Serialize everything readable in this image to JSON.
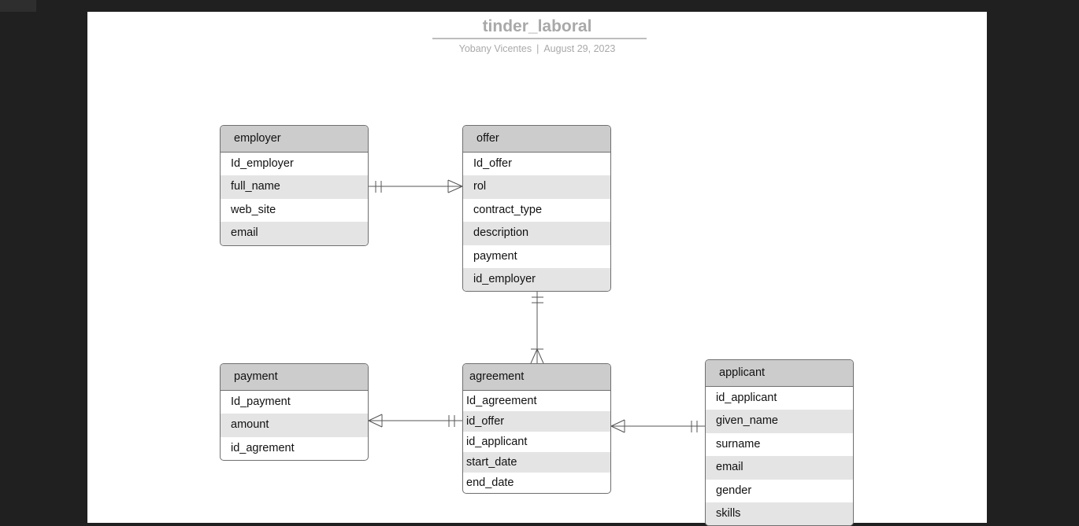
{
  "diagram": {
    "title": "tinder_laboral",
    "author": "Yobany Vicentes",
    "separator": "|",
    "date": "August 29, 2023"
  },
  "entities": [
    {
      "id": "employer",
      "name": "employer",
      "fields": [
        "Id_employer",
        "full_name",
        "web_site",
        "email"
      ]
    },
    {
      "id": "offer",
      "name": "offer",
      "fields": [
        "Id_offer",
        "rol",
        "contract_type",
        "description",
        "payment",
        "id_employer"
      ]
    },
    {
      "id": "payment",
      "name": "payment",
      "fields": [
        "Id_payment",
        "amount",
        "id_agrement"
      ]
    },
    {
      "id": "agreement",
      "name": "agreement",
      "fields": [
        "Id_agreement",
        "id_offer",
        "id_applicant",
        "start_date",
        "end_date"
      ]
    },
    {
      "id": "applicant",
      "name": "applicant",
      "fields": [
        "id_applicant",
        "given_name",
        "surname",
        "email",
        "gender",
        "skills"
      ]
    }
  ],
  "relationships": [
    {
      "from": "employer",
      "from_cardinality": "one-and-only-one",
      "to": "offer",
      "to_cardinality": "one-or-many"
    },
    {
      "from": "offer",
      "from_cardinality": "one-and-only-one",
      "to": "agreement",
      "to_cardinality": "one-or-many"
    },
    {
      "from": "agreement",
      "from_cardinality": "one-and-only-one",
      "to": "payment",
      "to_cardinality": "one-or-many"
    },
    {
      "from": "applicant",
      "from_cardinality": "one-and-only-one",
      "to": "agreement",
      "to_cardinality": "one-or-many"
    }
  ],
  "colors": {
    "header": "#cccccc",
    "alt_row": "#e4e4e4",
    "border": "#6f6f6f",
    "line": "#555555",
    "title": "#a9a9a9"
  }
}
